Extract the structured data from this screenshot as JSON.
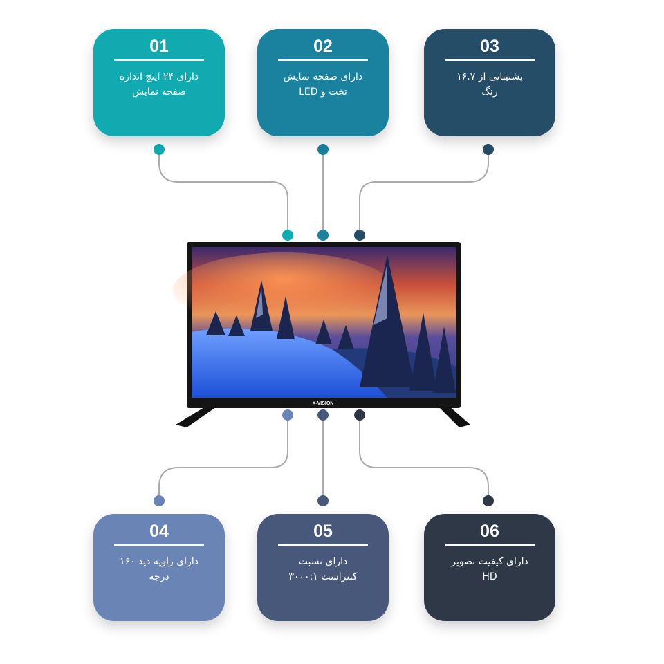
{
  "colors": {
    "c1": "#12aab1",
    "c2": "#1a819f",
    "c3": "#254d68",
    "c4": "#6a84b6",
    "c5": "#48587a",
    "c6": "#2e3847",
    "connector": "#aaaaaa"
  },
  "tv": {
    "brand": "X-VISION"
  },
  "cards": [
    {
      "number": "01",
      "text": "دارای ۲۴ اینچ اندازه\nصفحه نمایش"
    },
    {
      "number": "02",
      "text": "دارای صفحه نمایش\nتخت و LED"
    },
    {
      "number": "03",
      "text": "پشتیبانی از ۱۶.۷\nرنگ"
    },
    {
      "number": "04",
      "text": "دارای زاویه دید ۱۶۰\nدرجه"
    },
    {
      "number": "05",
      "text": "دارای نسبت\nکنتراست ۳۰۰۰:۱"
    },
    {
      "number": "06",
      "text": "دارای کیفیت تصویر\nHD"
    }
  ]
}
